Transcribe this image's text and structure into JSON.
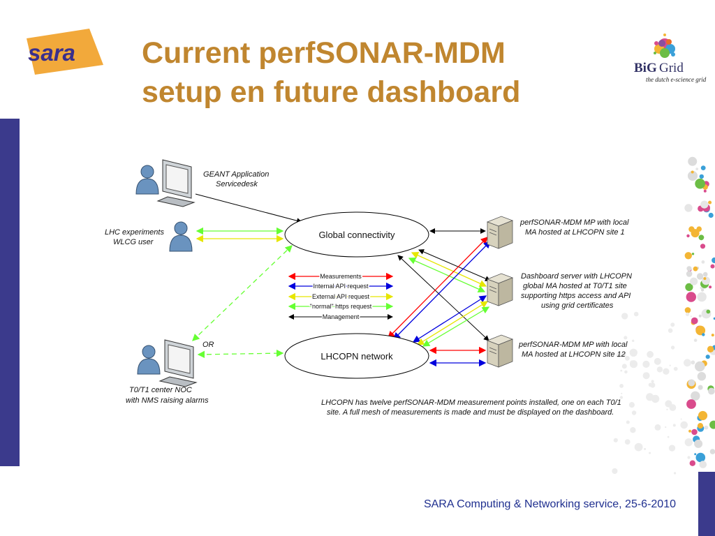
{
  "slide": {
    "title_line1": "Current perfSONAR-MDM",
    "title_line2": "setup en future dashboard",
    "footer": "SARA Computing & Networking service, 25-6-2010"
  },
  "logos": {
    "sara": "sara",
    "biggrid_word1": "BiG",
    "biggrid_word2": "Grid",
    "biggrid_tagline": "the dutch e-science grid"
  },
  "diagram": {
    "actors": [
      {
        "id": "geant",
        "label_lines": [
          "GEANT Application",
          "Servicedesk"
        ]
      },
      {
        "id": "lhc",
        "label_lines": [
          "LHC experiments",
          "WLCG user"
        ]
      },
      {
        "id": "noc",
        "label_lines": [
          "T0/T1 center NOC",
          "with NMS raising alarms"
        ]
      }
    ],
    "networks": [
      {
        "id": "global",
        "label": "Global connectivity"
      },
      {
        "id": "lhcopn",
        "label": "LHCOPN network"
      }
    ],
    "servers": [
      {
        "id": "mp1",
        "label_lines": [
          "perfSONAR-MDM MP with local",
          "MA hosted at LHCOPN site 1"
        ]
      },
      {
        "id": "dash",
        "label_lines": [
          "Dashboard server with LHCOPN",
          "global MA hosted at T0/T1 site",
          "supporting https access and API",
          "using grid certificates"
        ]
      },
      {
        "id": "mp12",
        "label_lines": [
          "perfSONAR-MDM MP with local",
          "MA hosted at LHCOPN site 12"
        ]
      }
    ],
    "or_label": "OR",
    "legend": [
      {
        "label": "Measurements",
        "color": "#ff0000"
      },
      {
        "label": "Internal API request",
        "color": "#0000dd"
      },
      {
        "label": "External API request",
        "color": "#ffff00"
      },
      {
        "label": "\"normal\" https request",
        "color": "#66ff33"
      },
      {
        "label": "Management",
        "color": "#000000"
      }
    ],
    "note_lines": [
      "LHCOPN has twelve perfSONAR-MDM measurement points installed, one on each T0/1",
      "site. A full mesh of measurements is made and must be displayed on the dashboard."
    ]
  },
  "colors": {
    "title": "#c0862f",
    "footer": "#1f2f8f",
    "left_bar": "#3b3a8c",
    "measurements": "#ff0000",
    "internal_api": "#0000dd",
    "external_api": "#ffff00",
    "https": "#66ff33",
    "management": "#000000"
  }
}
